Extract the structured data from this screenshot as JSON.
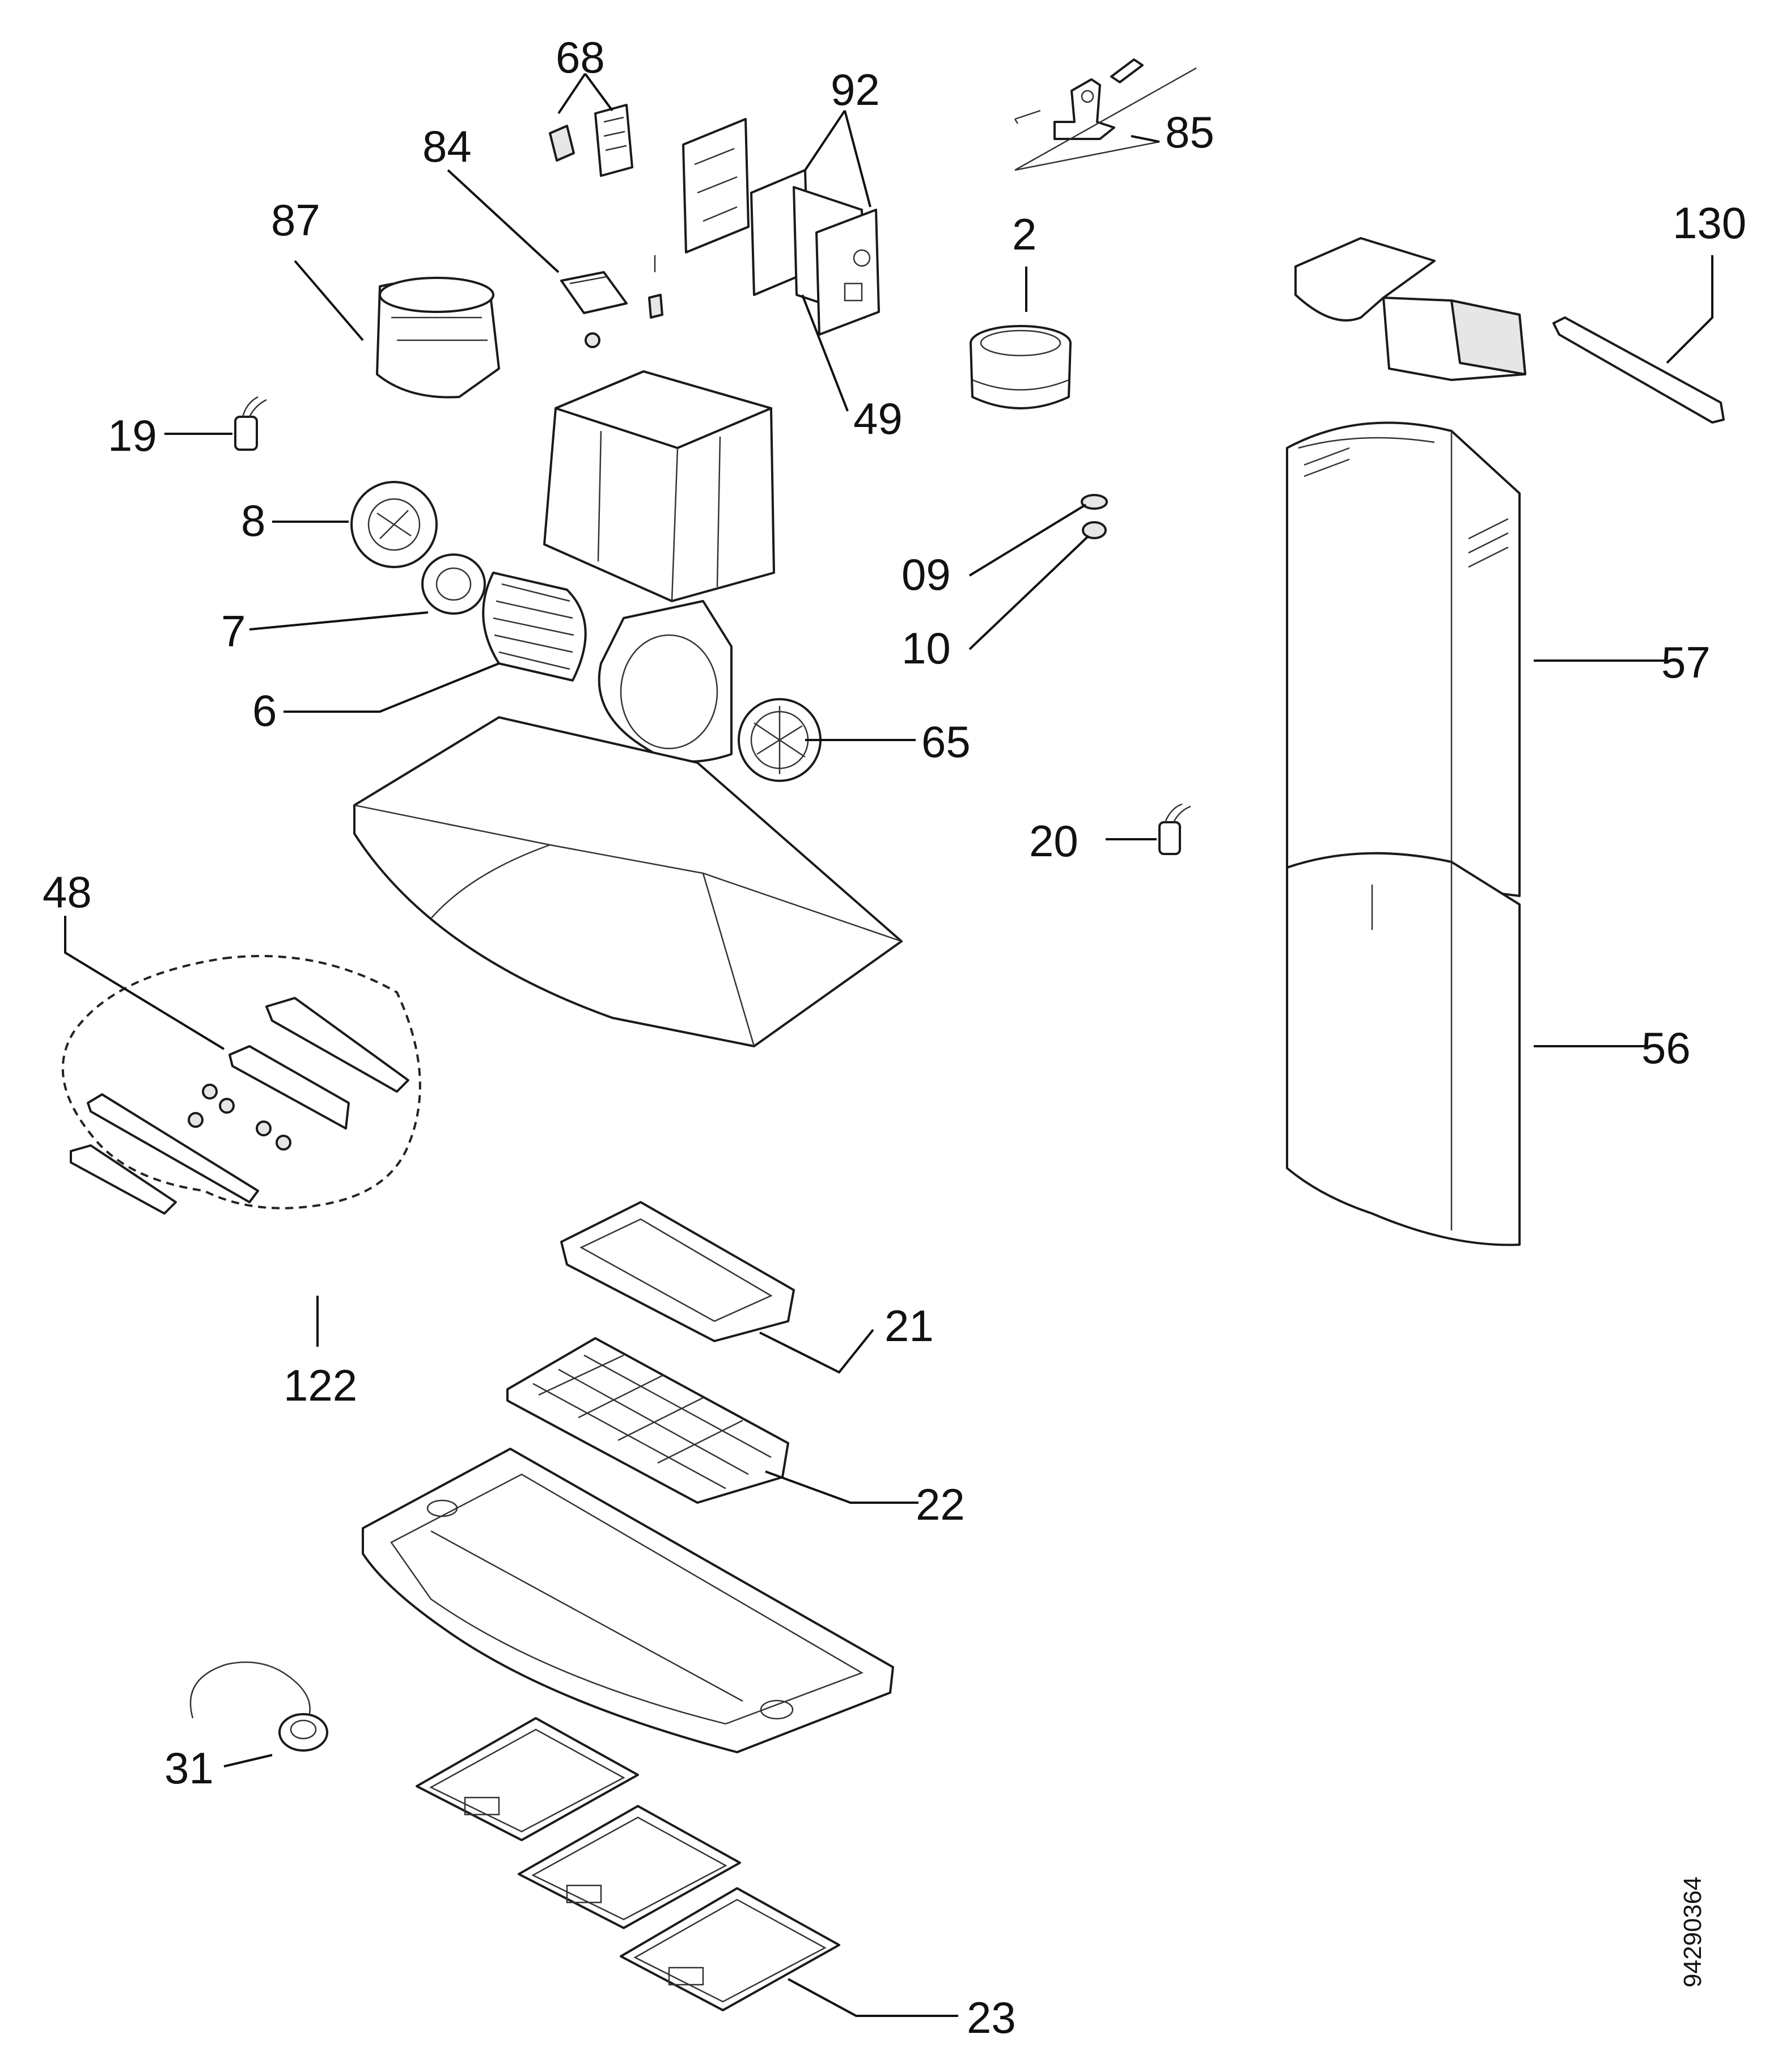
{
  "labels": {
    "l68": "68",
    "l92": "92",
    "l85": "85",
    "l84": "84",
    "l87": "87",
    "l2": "2",
    "l130": "130",
    "l19": "19",
    "l49": "49",
    "l8": "8",
    "l09": "09",
    "l7": "7",
    "l10": "10",
    "l57": "57",
    "l6": "6",
    "l65": "65",
    "l20": "20",
    "l48": "48",
    "l56": "56",
    "l122": "122",
    "l21": "21",
    "l22": "22",
    "l31": "31",
    "l23": "23"
  },
  "document_id": "94290364"
}
